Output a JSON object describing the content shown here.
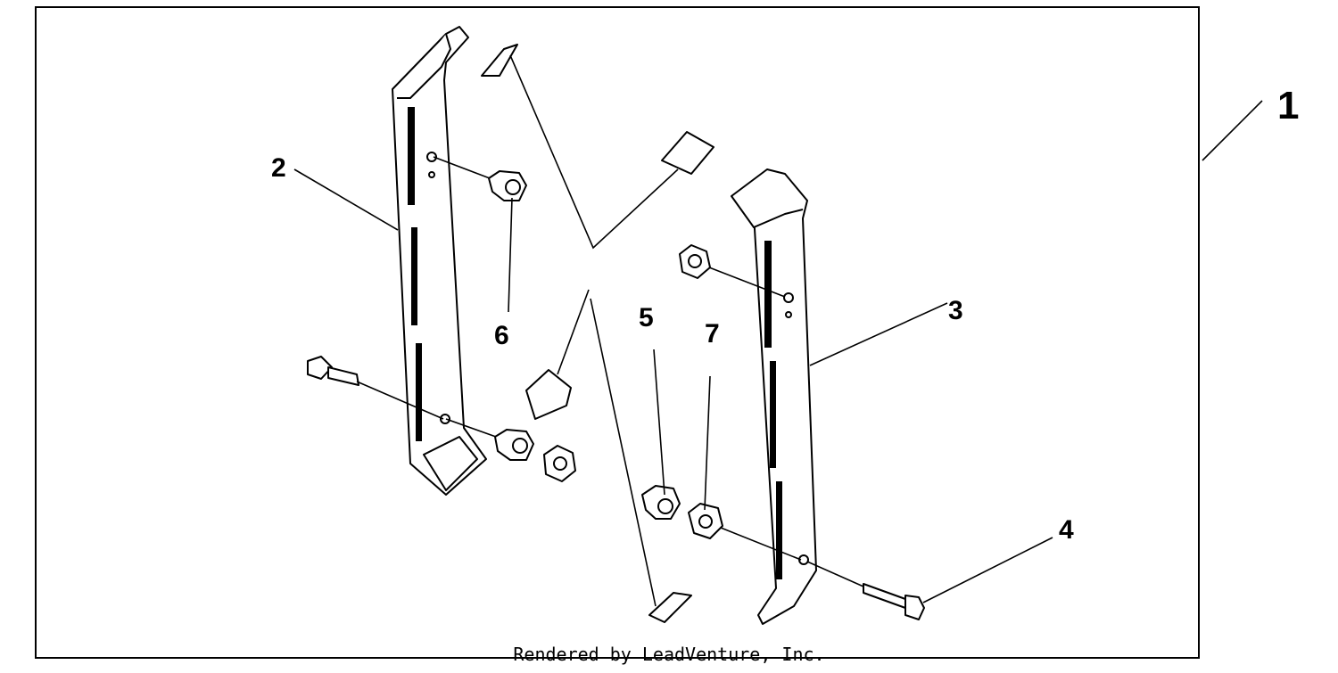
{
  "diagram": {
    "callouts": {
      "c1": "1",
      "c2": "2",
      "c3": "3",
      "c4": "4",
      "c5": "5",
      "c6": "6",
      "c7": "7"
    },
    "footer": "Rendered by LeadVenture, Inc."
  }
}
